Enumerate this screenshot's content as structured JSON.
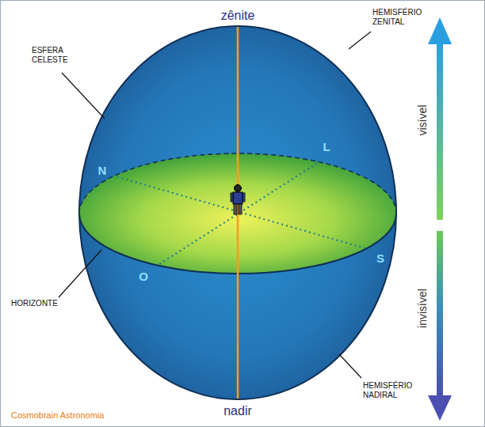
{
  "diagram": {
    "labels": [
      "zênite",
      "HEMISFÉRIO ZENITAL",
      "ESFERA CELESTE",
      "visível",
      "N",
      "L",
      "O",
      "S",
      "HORIZONTE",
      "invisível",
      "HEMISFÉRIO NADIRAL",
      "nadir",
      "Cosmobrain Astronomia"
    ]
  }
}
